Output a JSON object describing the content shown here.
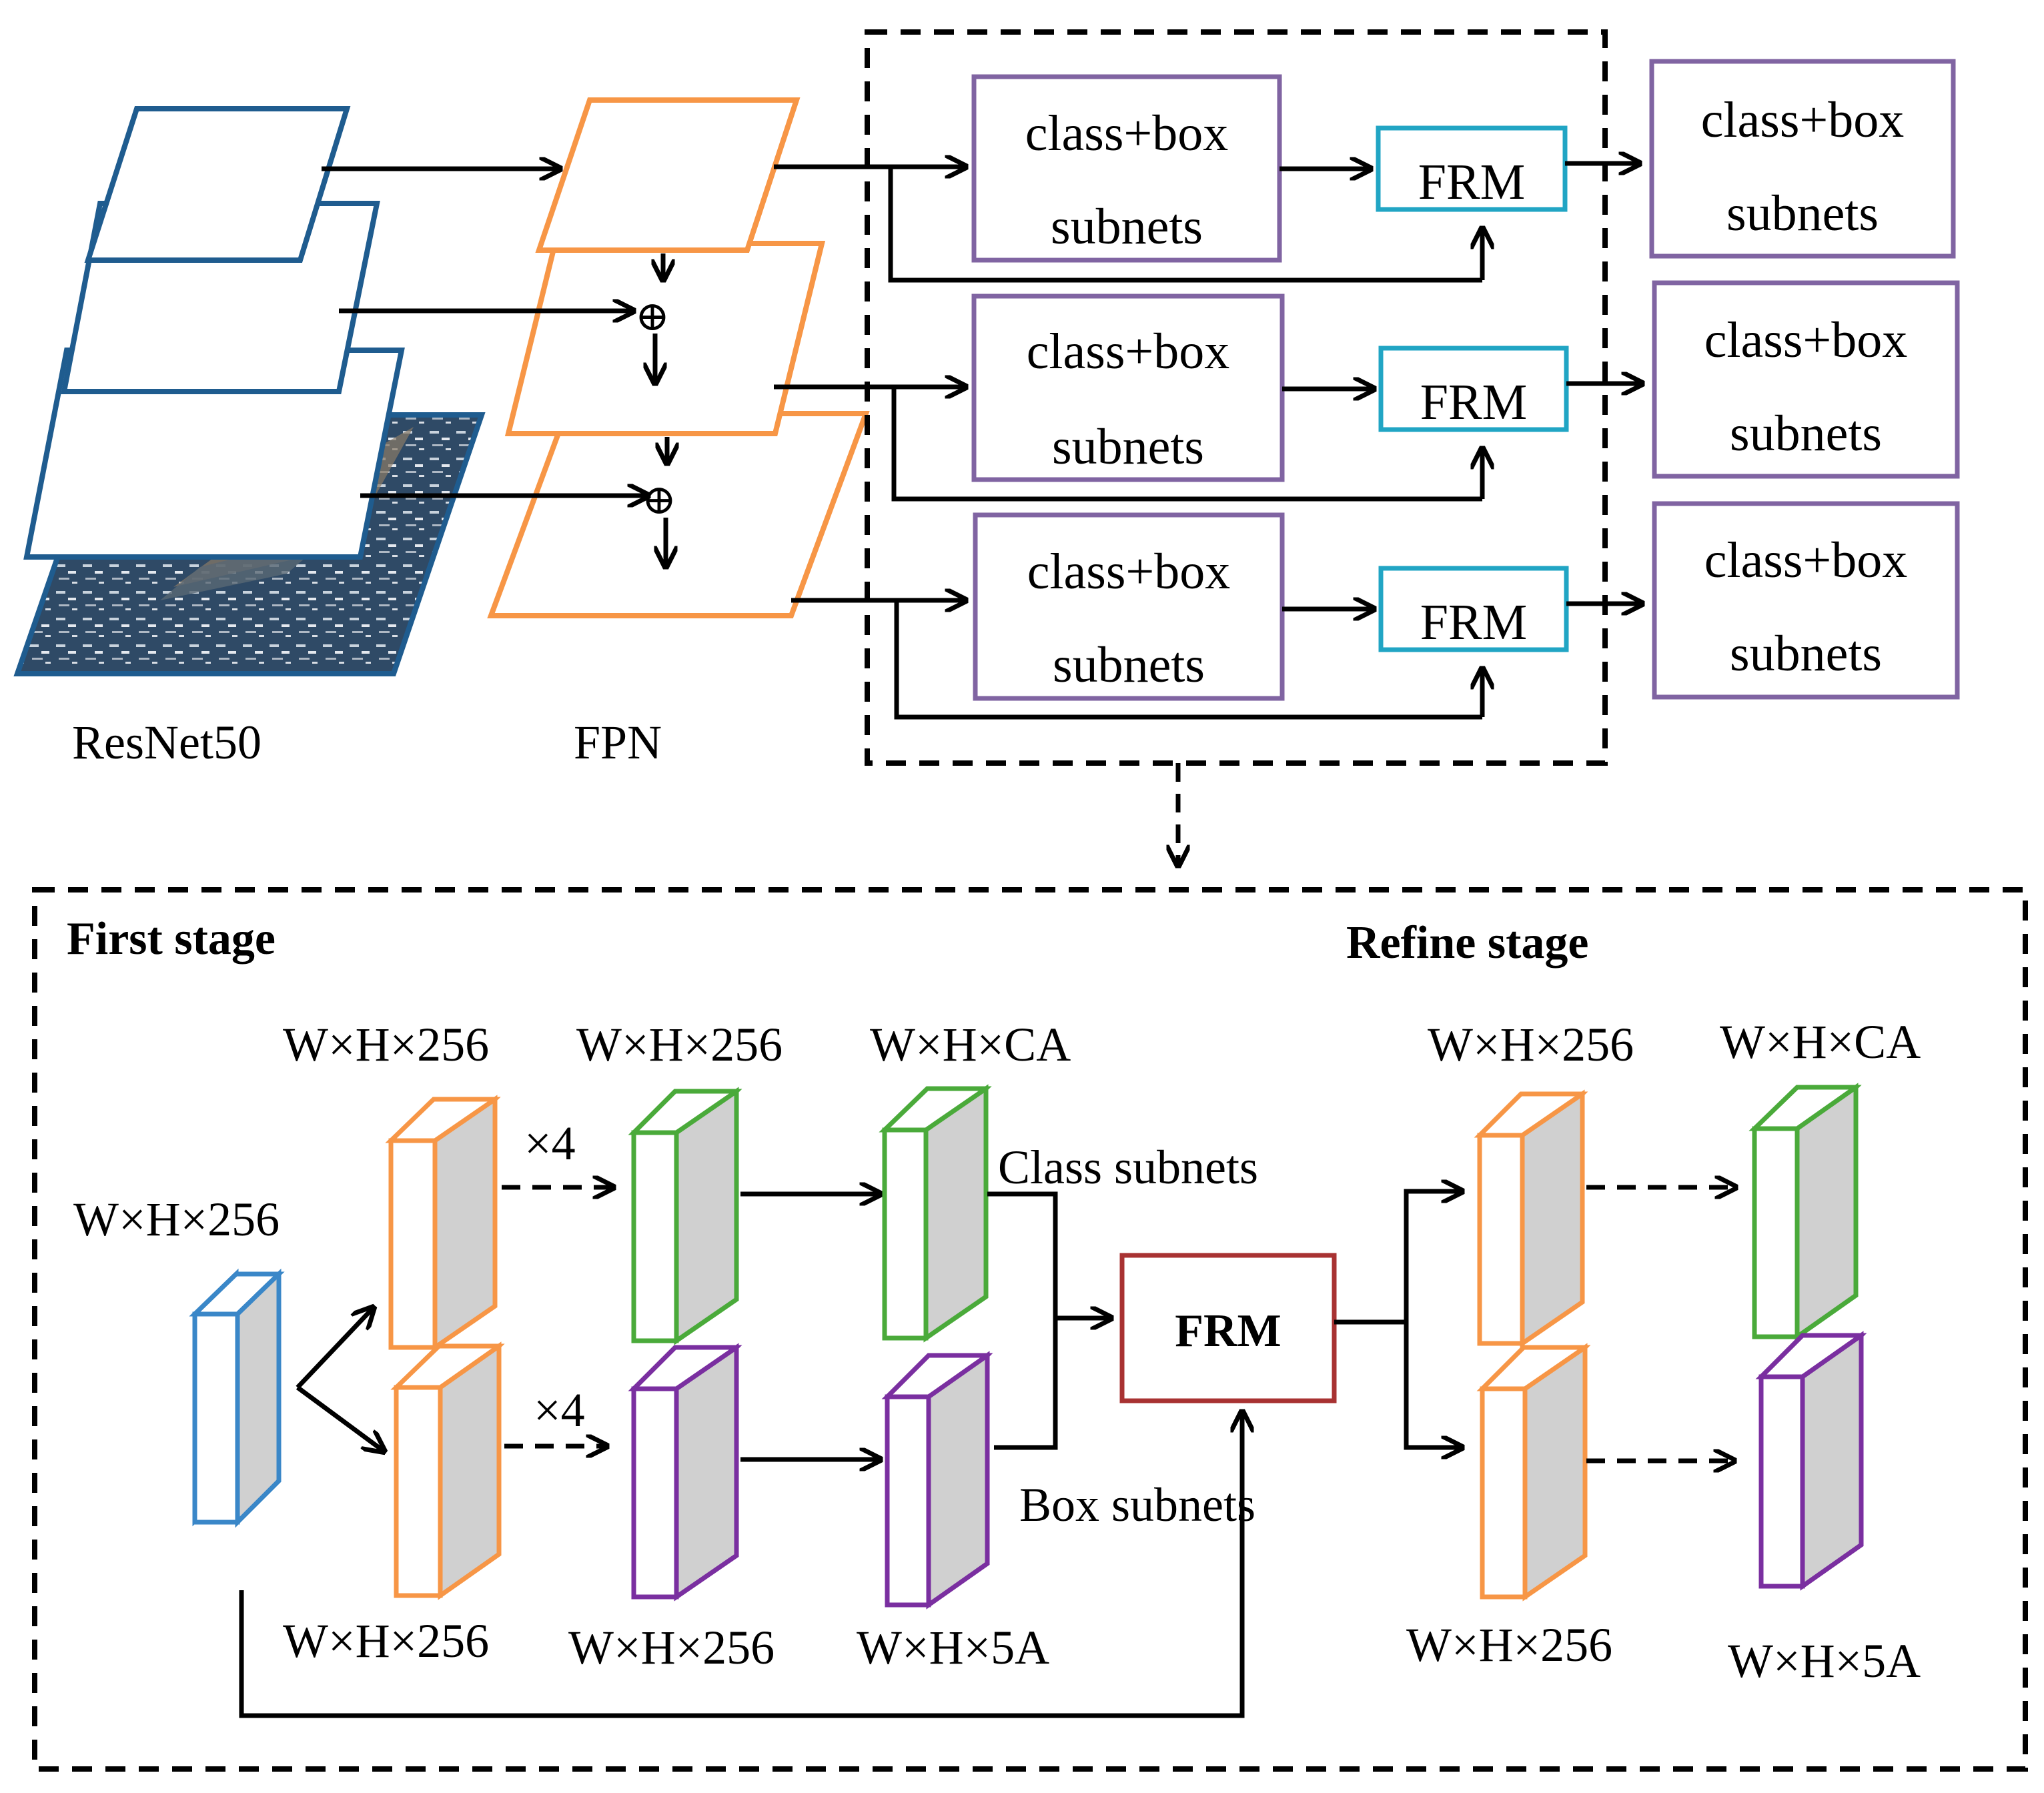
{
  "top": {
    "backbone_label": "ResNet50",
    "fpn_label": "FPN",
    "subnet_line1": "class+box",
    "subnet_line2": "subnets",
    "frm_label": "FRM",
    "output_line1": "class+box",
    "output_line2": "subnets",
    "plus_symbol": "⊕"
  },
  "bottom": {
    "first_stage": "First stage",
    "refine_stage": "Refine stage",
    "input_dims": "W×H×256",
    "first_top_orange_dims": "W×H×256",
    "first_bottom_orange_dims": "W×H×256",
    "green_mid_dims": "W×H×256",
    "green_out_dims": "W×H×CA",
    "purple_mid_dims": "W×H×256",
    "purple_out_dims": "W×H×5A",
    "repeat_top": "×4",
    "repeat_bottom": "×4",
    "class_subnets": "Class subnets",
    "box_subnets": "Box subnets",
    "frm_label": "FRM",
    "refine_orange_top_dims": "W×H×256",
    "refine_orange_bottom_dims": "W×H×256",
    "refine_green_dims": "W×H×CA",
    "refine_purple_dims": "W×H×5A"
  },
  "colors": {
    "backbone": "#1f5c8f",
    "fpn": "#f79646",
    "subnet_box": "#8064a2",
    "frm_top": "#21a5c4",
    "frm_bottom": "#a83232",
    "input_block": "#3a87c8",
    "green": "#4aaa3a",
    "purple": "#7a2fa0",
    "block_side": "#d0d0d0"
  }
}
